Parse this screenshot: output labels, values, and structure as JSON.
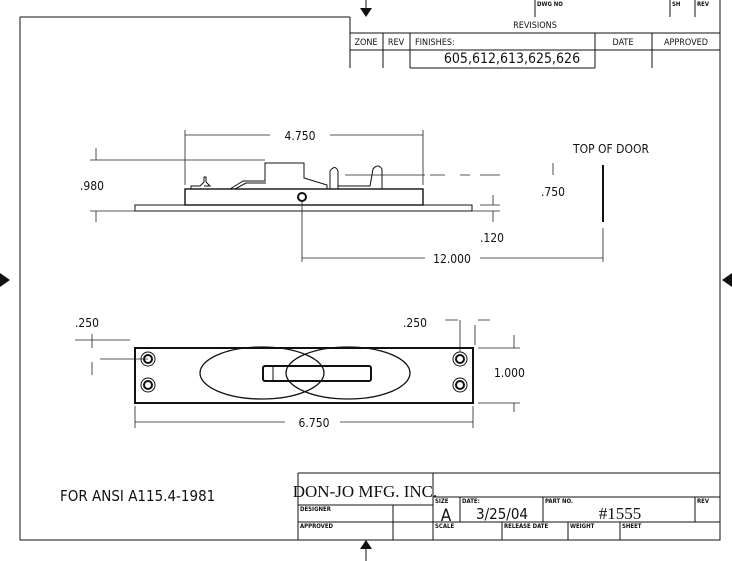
{
  "header_block": {
    "dwg_no_label": "DWG NO",
    "sheet_label": "SH",
    "rev_label": "REV"
  },
  "revisions": {
    "title": "REVISIONS",
    "columns": [
      "ZONE",
      "REV",
      "FINISHES:",
      "DATE",
      "APPROVED"
    ],
    "finishes": "605,612,613,625,626"
  },
  "top_view": {
    "dims": {
      "length": "4.750",
      "height": ".980",
      "door_gap": ".750",
      "plate_thickness": ".120",
      "rod_length": "12.000"
    },
    "door_label": "TOP OF DOOR"
  },
  "bottom_view": {
    "dims": {
      "left_hole_offset": ".250",
      "right_hole_offset": ".250",
      "width": "1.000",
      "length": "6.750"
    }
  },
  "note": "FOR ANSI A115.4-1981",
  "title_block": {
    "company": "DON-JO MFG. INC.",
    "designer_label": "DESIGNER",
    "approved_label": "APPROVED",
    "size_label": "SIZE",
    "size": "A",
    "date_label": "DATE:",
    "date": "3/25/04",
    "part_no_label": "PART NO.",
    "part_no": "#1555",
    "rev_label": "REV",
    "scale_label": "SCALE",
    "release_date_label": "RELEASE DATE",
    "weight_label": "WEIGHT",
    "sheet_label": "SHEET"
  }
}
